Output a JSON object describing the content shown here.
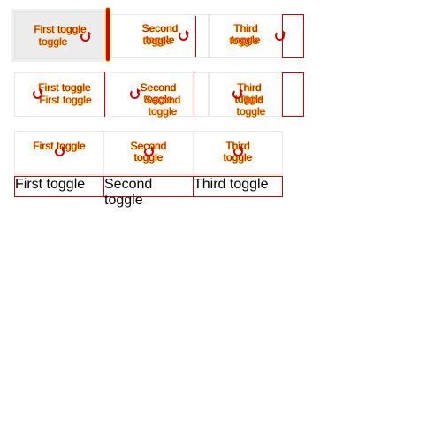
{
  "rows": [
    {
      "toggles": [
        {
          "label": "First toggle",
          "overlap": "toggle"
        },
        {
          "label": "Second toggle",
          "overlap": "toggle"
        },
        {
          "label": "Third toggle",
          "overlap": "toggle"
        }
      ]
    },
    {
      "toggles": [
        {
          "label": "First toggle",
          "overlap": "First toggle"
        },
        {
          "label": "Second toggle",
          "overlap": "Second toggle"
        },
        {
          "label": "Third toggle",
          "overlap": "Third toggle"
        }
      ]
    },
    {
      "toggles": [
        {
          "label": "First toggle",
          "overlap": "First toggle"
        },
        {
          "label": "Second toggle",
          "overlap": "Second toggle"
        },
        {
          "label": "Third toggle",
          "overlap": "Third toggle"
        }
      ]
    }
  ],
  "colors": {
    "text": "#d40000",
    "outline": "#d40000",
    "highlight": "#f1d000",
    "border": "#e9e9e9",
    "active_bg": "#ececec"
  },
  "icons": [
    "refresh-icon"
  ]
}
